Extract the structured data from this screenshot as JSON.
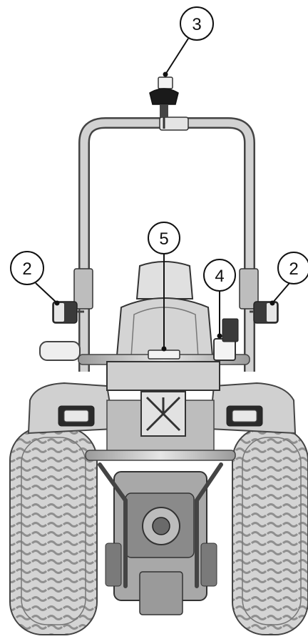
{
  "diagram": {
    "callouts": [
      {
        "id": "callout-3",
        "label": "3"
      },
      {
        "id": "callout-5",
        "label": "5"
      },
      {
        "id": "callout-4",
        "label": "4"
      },
      {
        "id": "callout-2-left",
        "label": "2"
      },
      {
        "id": "callout-2-right",
        "label": "2"
      }
    ],
    "colors": {
      "line": "#333333",
      "body": "#d6d6d6",
      "body_dark": "#8c8c8c",
      "tire": "#cfcfcf",
      "tire_tread": "#9a9a9a",
      "roll_bar": "#c4c4c4",
      "beacon": "#1a1a1a"
    }
  }
}
